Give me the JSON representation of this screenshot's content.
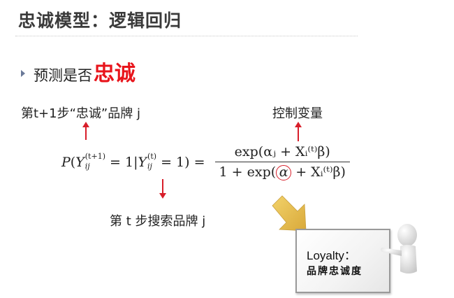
{
  "slide": {
    "title": "忠诚模型：逻辑回归",
    "bullet": {
      "icon": "triangle-bullet-icon",
      "text": "预测是否",
      "emphasis": "忠诚",
      "emphasis_color": "#e8141b"
    },
    "annotations": {
      "next_step_label": "第t+1步“忠诚”品牌 j",
      "control_label": "控制变量",
      "current_step_label": "第 t 步搜索品牌 j",
      "arrow_color": "#d81e2a"
    },
    "formula": {
      "lhs_P": "P",
      "Y": "Y",
      "sup_t1": "(t+1)",
      "sub_ij": "ij",
      "eq1": " = 1|",
      "sup_t": "(t)",
      "eq2": " = 1) = ",
      "numerator": "exp(αⱼ + Xᵢ⁽ᵗ⁾β)",
      "den_prefix": "1 + exp(",
      "den_alpha": "α",
      "den_suffix": " + Xᵢ⁽ᵗ⁾β)"
    },
    "card": {
      "title": "Loyalty：",
      "subtitle": "品牌忠诚度"
    },
    "decor": {
      "arrow_icon": "yellow-arrow-icon",
      "figure_icon": "presenter-figure-icon"
    }
  }
}
